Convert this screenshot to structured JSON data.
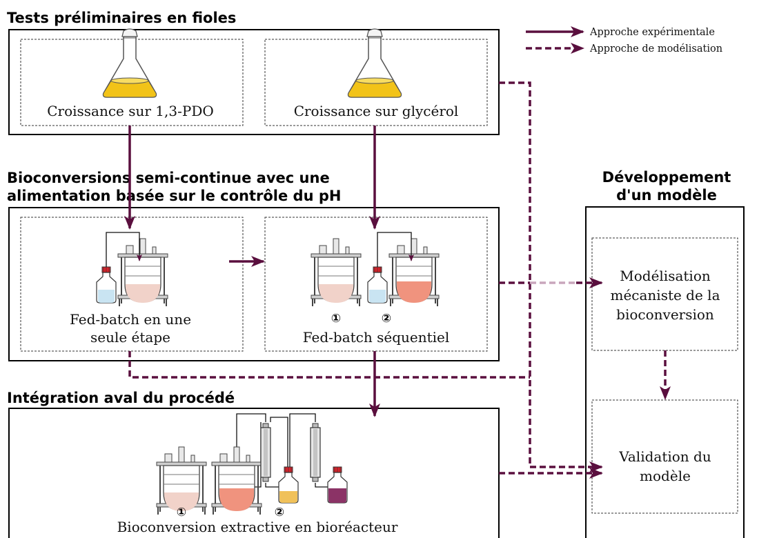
{
  "legend": {
    "experimental": "Approche expérimentale",
    "modelling": "Approche de modélisation"
  },
  "sections": {
    "flasks": {
      "title": "Tests préliminaires en fioles",
      "left_label": "Croissance sur 1,3-PDO",
      "right_label": "Croissance sur glycérol"
    },
    "fedbatch": {
      "title_line1": "Bioconversions semi-continue avec une",
      "title_line2": "alimentation basée sur le contrôle du pH",
      "left_label_line1": "Fed-batch en une",
      "left_label_line2": "seule étape",
      "right_label": "Fed-batch séquentiel",
      "marker1": "①",
      "marker2": "②"
    },
    "downstream": {
      "title": "Intégration aval du procédé",
      "label": "Bioconversion extractive en bioréacteur",
      "marker1": "①",
      "marker2": "②"
    },
    "model": {
      "title_line1": "Développement",
      "title_line2": "d'un modèle",
      "box1_line1": "Modélisation",
      "box1_line2": "mécaniste de la",
      "box1_line3": "bioconversion",
      "box2_line1": "Validation du",
      "box2_line2": "modèle"
    }
  },
  "colors": {
    "arrow": "#5a0f3e",
    "arrow_light": "#c9a6bc",
    "liquid_yellow": "#f2c318",
    "liquid_blue": "#c9e4f2",
    "liquid_pink_light": "#f1d2c9",
    "liquid_pink": "#f0937e",
    "liquid_orange": "#f0c15a",
    "liquid_purple": "#8b3366",
    "cap_red": "#d8222a"
  },
  "icons": [
    "erlenmeyer-flask-icon",
    "bioreactor-icon",
    "feed-bottle-icon",
    "extraction-column-icon"
  ]
}
